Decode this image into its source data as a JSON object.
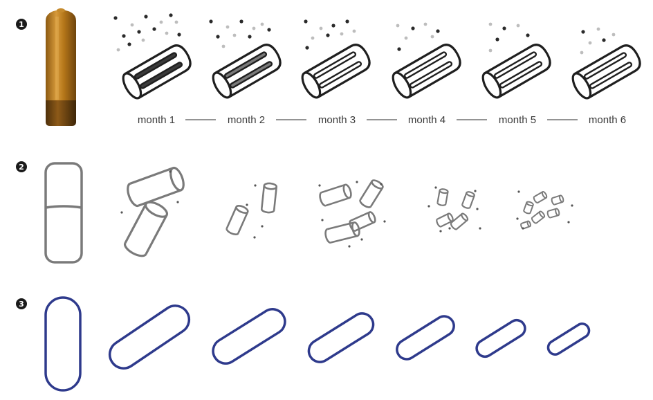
{
  "rows": [
    {
      "number": "1",
      "labels": [
        "month 1",
        "month 2",
        "month 3",
        "month 4",
        "month 5",
        "month 6"
      ]
    },
    {
      "number": "2"
    },
    {
      "number": "3"
    }
  ],
  "colors": {
    "implant_gold": "#b87a1e",
    "implant_dark": "#6a4513",
    "outline_dark": "#1f1f1f",
    "outline_gray": "#7a7a7a",
    "outline_blue": "#2e3a8c",
    "dot_dark": "#2a2a2a",
    "dot_light": "#bdbdbd"
  }
}
